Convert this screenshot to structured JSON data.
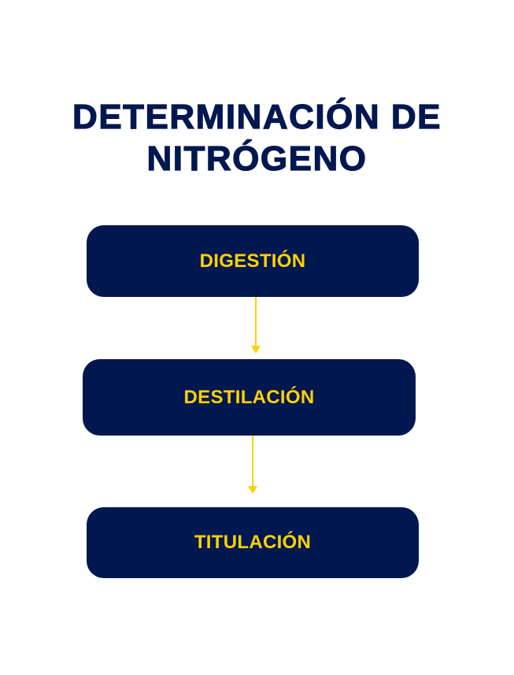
{
  "title": {
    "line1": "DETERMINACIÓN DE",
    "line2": "NITRÓGENO"
  },
  "steps": [
    {
      "label": "DIGESTIÓN"
    },
    {
      "label": "DESTILACIÓN"
    },
    {
      "label": "TITULACIÓN"
    }
  ],
  "colors": {
    "box": "#00174f",
    "text": "#ffd200",
    "arrow": "#ffd200",
    "title": "#00174f"
  }
}
